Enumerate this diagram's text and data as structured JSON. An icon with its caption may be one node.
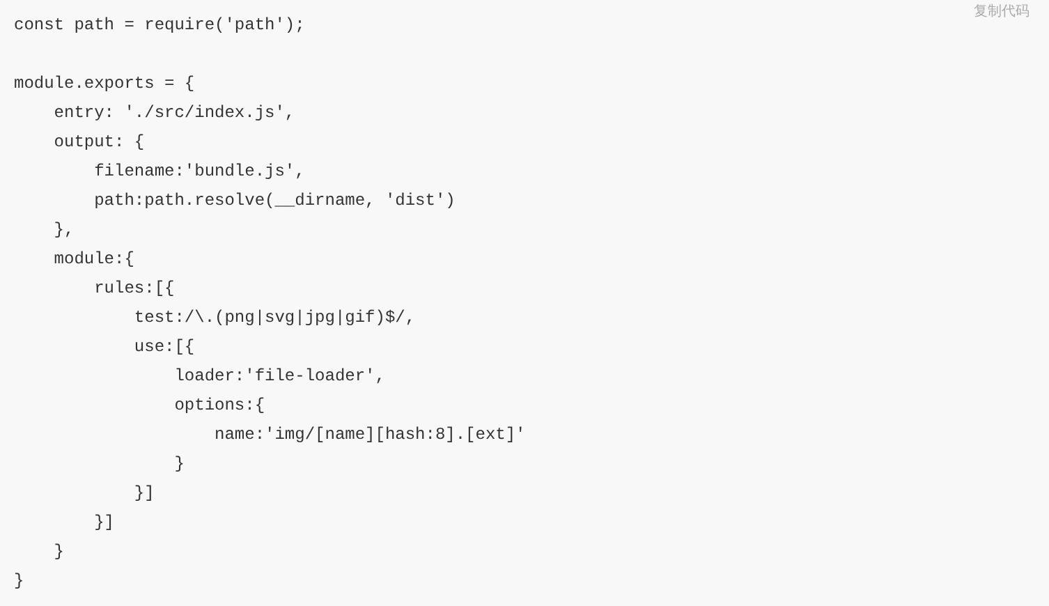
{
  "diagram": {
    "labels": [
      "复制代码",
      "const path = require('path');",
      "module.exports = {",
      "    entry: './src/index.js',",
      "    output: {",
      "        filename:'bundle.js',",
      "        path:path.resolve(__dirname, 'dist')",
      "    },",
      "    module:{",
      "        rules:[{",
      "            test:/\\.(png|svg|jpg|gif)$/,",
      "            use:[{",
      "                loader:'file-loader',",
      "                options:{",
      "                    name:'img/[name][hash:8].[ext]'",
      "                }",
      "            }]",
      "        }]",
      "    }",
      "}"
    ]
  }
}
